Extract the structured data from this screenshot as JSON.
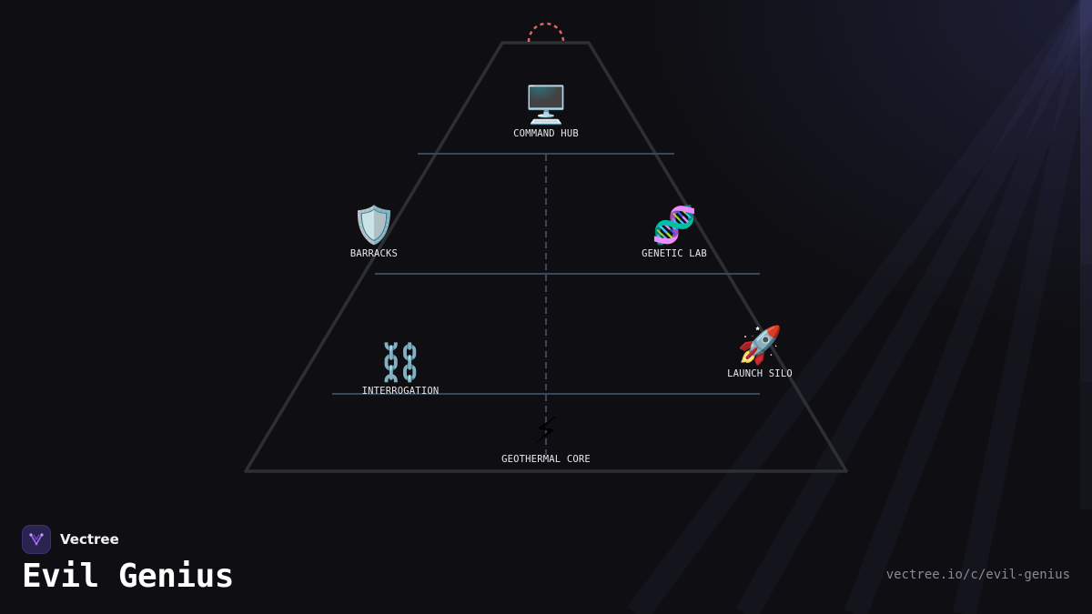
{
  "diagram": {
    "nodes": [
      {
        "id": "command-hub",
        "icon": "desktop-computer-icon",
        "emoji": "🖥️",
        "label": "COMMAND HUB"
      },
      {
        "id": "barracks",
        "icon": "shield-icon",
        "emoji": "🛡️",
        "label": "BARRACKS"
      },
      {
        "id": "genetic-lab",
        "icon": "dna-icon",
        "emoji": "🧬",
        "label": "GENETIC LAB"
      },
      {
        "id": "interrogation",
        "icon": "chains-icon",
        "emoji": "⛓️",
        "label": "INTERROGATION"
      },
      {
        "id": "launch-silo",
        "icon": "rocket-icon",
        "emoji": "🚀",
        "label": "LAUNCH SILO"
      },
      {
        "id": "geothermal-core",
        "icon": "lightning-icon",
        "emoji": "⚡",
        "label": "GEOTHERMAL CORE"
      }
    ],
    "colors": {
      "outline": "#2c3032",
      "divider": "#34495a",
      "dashed_axis": "#4a5a6a",
      "apex_arc": "#e06666"
    }
  },
  "brand": {
    "name": "Vectree",
    "logo_icon": "vectree-logo-icon",
    "accent": "#a06cf0"
  },
  "title": "Evil Genius",
  "url": "vectree.io/c/evil-genius"
}
